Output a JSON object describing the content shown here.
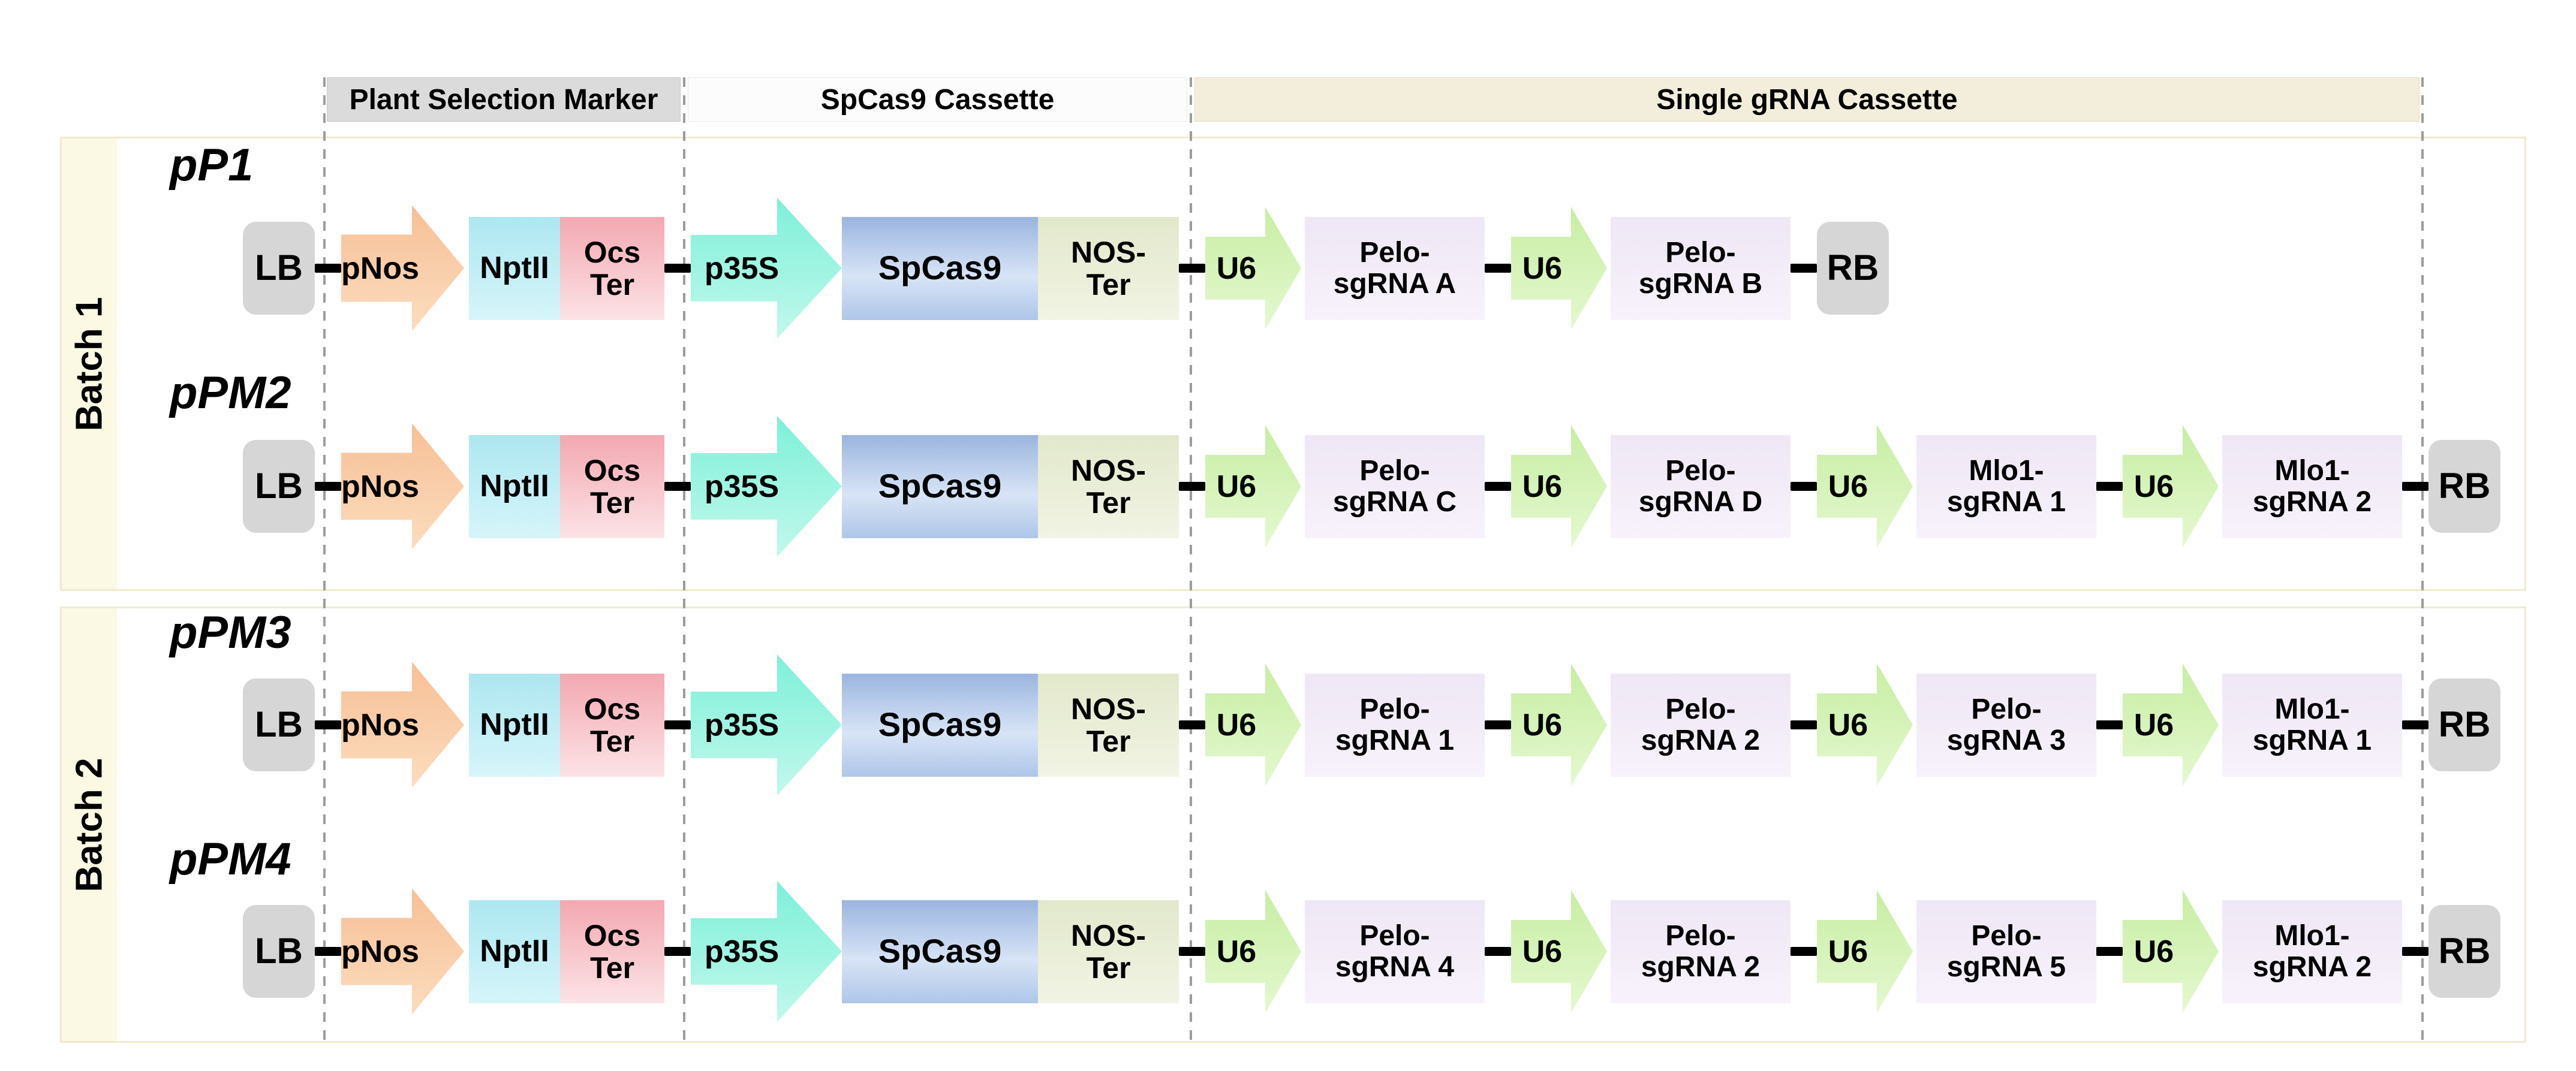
{
  "header": {
    "sections": [
      {
        "label": "Plant Selection Marker"
      },
      {
        "label": "SpCas9 Cassette"
      },
      {
        "label": "Single gRNA Cassette"
      }
    ]
  },
  "batches": [
    {
      "label": "Batch 1",
      "construct_names": [
        "pP1",
        "pPM2"
      ]
    },
    {
      "label": "Batch 2",
      "construct_names": [
        "pPM3",
        "pPM4"
      ]
    }
  ],
  "constructs": [
    {
      "name": "pP1",
      "elements": [
        {
          "style": "lb",
          "name": "lb-border",
          "label": "LB"
        },
        {
          "style": "conn",
          "name": "connector-line"
        },
        {
          "style": "pnos",
          "name": "pnos-promoter-arrow",
          "label": "pNos"
        },
        {
          "style": "nptii",
          "name": "nptii-gene-box",
          "label": "NptII"
        },
        {
          "style": "ocster",
          "name": "ocs-terminator-box",
          "lines": [
            "Ocs",
            "Ter"
          ]
        },
        {
          "style": "conn",
          "name": "connector-line"
        },
        {
          "style": "p35s",
          "name": "p35s-promoter-arrow",
          "label": "p35S"
        },
        {
          "style": "spcas9",
          "name": "spcas9-gene-box",
          "label": "SpCas9"
        },
        {
          "style": "noster",
          "name": "nos-terminator-box",
          "lines": [
            "NOS-",
            "Ter"
          ]
        },
        {
          "style": "conn",
          "name": "connector-line"
        },
        {
          "style": "u6",
          "name": "u6-promoter-arrow",
          "label": "U6"
        },
        {
          "style": "sg",
          "name": "sgrna-box",
          "lines": [
            "Pelo-",
            "sgRNA A"
          ]
        },
        {
          "style": "conn",
          "name": "connector-line"
        },
        {
          "style": "u6",
          "name": "u6-promoter-arrow",
          "label": "U6"
        },
        {
          "style": "sg",
          "name": "sgrna-box",
          "lines": [
            "Pelo-",
            "sgRNA B"
          ]
        },
        {
          "style": "conn",
          "name": "connector-line"
        },
        {
          "style": "rb",
          "name": "rb-border",
          "label": "RB"
        }
      ]
    },
    {
      "name": "pPM2",
      "elements": [
        {
          "style": "lb",
          "name": "lb-border",
          "label": "LB"
        },
        {
          "style": "conn",
          "name": "connector-line"
        },
        {
          "style": "pnos",
          "name": "pnos-promoter-arrow",
          "label": "pNos"
        },
        {
          "style": "nptii",
          "name": "nptii-gene-box",
          "label": "NptII"
        },
        {
          "style": "ocster",
          "name": "ocs-terminator-box",
          "lines": [
            "Ocs",
            "Ter"
          ]
        },
        {
          "style": "conn",
          "name": "connector-line"
        },
        {
          "style": "p35s",
          "name": "p35s-promoter-arrow",
          "label": "p35S"
        },
        {
          "style": "spcas9",
          "name": "spcas9-gene-box",
          "label": "SpCas9"
        },
        {
          "style": "noster",
          "name": "nos-terminator-box",
          "lines": [
            "NOS-",
            "Ter"
          ]
        },
        {
          "style": "conn",
          "name": "connector-line"
        },
        {
          "style": "u6",
          "name": "u6-promoter-arrow",
          "label": "U6"
        },
        {
          "style": "sg",
          "name": "sgrna-box",
          "lines": [
            "Pelo-",
            "sgRNA C"
          ]
        },
        {
          "style": "conn",
          "name": "connector-line"
        },
        {
          "style": "u6",
          "name": "u6-promoter-arrow",
          "label": "U6"
        },
        {
          "style": "sg",
          "name": "sgrna-box",
          "lines": [
            "Pelo-",
            "sgRNA D"
          ]
        },
        {
          "style": "conn",
          "name": "connector-line"
        },
        {
          "style": "u6",
          "name": "u6-promoter-arrow",
          "label": "U6"
        },
        {
          "style": "sg",
          "name": "sgrna-box",
          "lines": [
            "Mlo1-",
            "sgRNA 1"
          ]
        },
        {
          "style": "conn",
          "name": "connector-line"
        },
        {
          "style": "u6",
          "name": "u6-promoter-arrow",
          "label": "U6"
        },
        {
          "style": "sg",
          "name": "sgrna-box",
          "lines": [
            "Mlo1-",
            "sgRNA 2"
          ]
        },
        {
          "style": "conn",
          "name": "connector-line"
        },
        {
          "style": "rb",
          "name": "rb-border",
          "label": "RB"
        }
      ]
    },
    {
      "name": "pPM3",
      "elements": [
        {
          "style": "lb",
          "name": "lb-border",
          "label": "LB"
        },
        {
          "style": "conn",
          "name": "connector-line"
        },
        {
          "style": "pnos",
          "name": "pnos-promoter-arrow",
          "label": "pNos"
        },
        {
          "style": "nptii",
          "name": "nptii-gene-box",
          "label": "NptII"
        },
        {
          "style": "ocster",
          "name": "ocs-terminator-box",
          "lines": [
            "Ocs",
            "Ter"
          ]
        },
        {
          "style": "conn",
          "name": "connector-line"
        },
        {
          "style": "p35s",
          "name": "p35s-promoter-arrow",
          "label": "p35S"
        },
        {
          "style": "spcas9",
          "name": "spcas9-gene-box",
          "label": "SpCas9"
        },
        {
          "style": "noster",
          "name": "nos-terminator-box",
          "lines": [
            "NOS-",
            "Ter"
          ]
        },
        {
          "style": "conn",
          "name": "connector-line"
        },
        {
          "style": "u6",
          "name": "u6-promoter-arrow",
          "label": "U6"
        },
        {
          "style": "sg",
          "name": "sgrna-box",
          "lines": [
            "Pelo-",
            "sgRNA 1"
          ]
        },
        {
          "style": "conn",
          "name": "connector-line"
        },
        {
          "style": "u6",
          "name": "u6-promoter-arrow",
          "label": "U6"
        },
        {
          "style": "sg",
          "name": "sgrna-box",
          "lines": [
            "Pelo-",
            "sgRNA 2"
          ]
        },
        {
          "style": "conn",
          "name": "connector-line"
        },
        {
          "style": "u6",
          "name": "u6-promoter-arrow",
          "label": "U6"
        },
        {
          "style": "sg",
          "name": "sgrna-box",
          "lines": [
            "Pelo-",
            "sgRNA 3"
          ]
        },
        {
          "style": "conn",
          "name": "connector-line"
        },
        {
          "style": "u6",
          "name": "u6-promoter-arrow",
          "label": "U6"
        },
        {
          "style": "sg",
          "name": "sgrna-box",
          "lines": [
            "Mlo1-",
            "sgRNA 1"
          ]
        },
        {
          "style": "conn",
          "name": "connector-line"
        },
        {
          "style": "rb",
          "name": "rb-border",
          "label": "RB"
        }
      ]
    },
    {
      "name": "pPM4",
      "elements": [
        {
          "style": "lb",
          "name": "lb-border",
          "label": "LB"
        },
        {
          "style": "conn",
          "name": "connector-line"
        },
        {
          "style": "pnos",
          "name": "pnos-promoter-arrow",
          "label": "pNos"
        },
        {
          "style": "nptii",
          "name": "nptii-gene-box",
          "label": "NptII"
        },
        {
          "style": "ocster",
          "name": "ocs-terminator-box",
          "lines": [
            "Ocs",
            "Ter"
          ]
        },
        {
          "style": "conn",
          "name": "connector-line"
        },
        {
          "style": "p35s",
          "name": "p35s-promoter-arrow",
          "label": "p35S"
        },
        {
          "style": "spcas9",
          "name": "spcas9-gene-box",
          "label": "SpCas9"
        },
        {
          "style": "noster",
          "name": "nos-terminator-box",
          "lines": [
            "NOS-",
            "Ter"
          ]
        },
        {
          "style": "conn",
          "name": "connector-line"
        },
        {
          "style": "u6",
          "name": "u6-promoter-arrow",
          "label": "U6"
        },
        {
          "style": "sg",
          "name": "sgrna-box",
          "lines": [
            "Pelo-",
            "sgRNA 4"
          ]
        },
        {
          "style": "conn",
          "name": "connector-line"
        },
        {
          "style": "u6",
          "name": "u6-promoter-arrow",
          "label": "U6"
        },
        {
          "style": "sg",
          "name": "sgrna-box",
          "lines": [
            "Pelo-",
            "sgRNA 2"
          ]
        },
        {
          "style": "conn",
          "name": "connector-line"
        },
        {
          "style": "u6",
          "name": "u6-promoter-arrow",
          "label": "U6"
        },
        {
          "style": "sg",
          "name": "sgrna-box",
          "lines": [
            "Pelo-",
            "sgRNA 5"
          ]
        },
        {
          "style": "conn",
          "name": "connector-line"
        },
        {
          "style": "u6",
          "name": "u6-promoter-arrow",
          "label": "U6"
        },
        {
          "style": "sg",
          "name": "sgrna-box",
          "lines": [
            "Mlo1-",
            "sgRNA 2"
          ]
        },
        {
          "style": "conn",
          "name": "connector-line"
        },
        {
          "style": "rb",
          "name": "rb-border",
          "label": "RB"
        }
      ]
    }
  ],
  "colors": {
    "lb_rb": "#D6D6D6",
    "pnos_top": "#F7BF96",
    "pnos_bottom": "#FBDDBE",
    "nptii_top": "#ADE7F0",
    "nptii_bottom": "#D6F5FA",
    "ocster_top": "#F3A8B1",
    "ocster_bottom": "#FBE3E6",
    "p35s_top": "#7DF0D8",
    "p35s_bottom": "#C2F8EC",
    "spcas9_top": "#9BB5DF",
    "spcas9_mid": "#D8E4F6",
    "spcas9_bottom": "#AEC6E9",
    "noster_top": "#E2E8CB",
    "noster_bottom": "#F1F4E4",
    "u6_top": "#C7EEA3",
    "u6_bottom": "#E5F8D0",
    "sg_top": "#EFE7F5",
    "sg_bottom": "#F7F2FB",
    "header_plant_bg": "#DBDBDB",
    "header_cas9_bg": "#FCFCFC",
    "header_grna_bg": "#F3EEDC",
    "batch_strip": "#FBF9E4",
    "batch_border": "#F0EACE",
    "dashed_line": "#9C9C9C",
    "connector": "#000000"
  }
}
